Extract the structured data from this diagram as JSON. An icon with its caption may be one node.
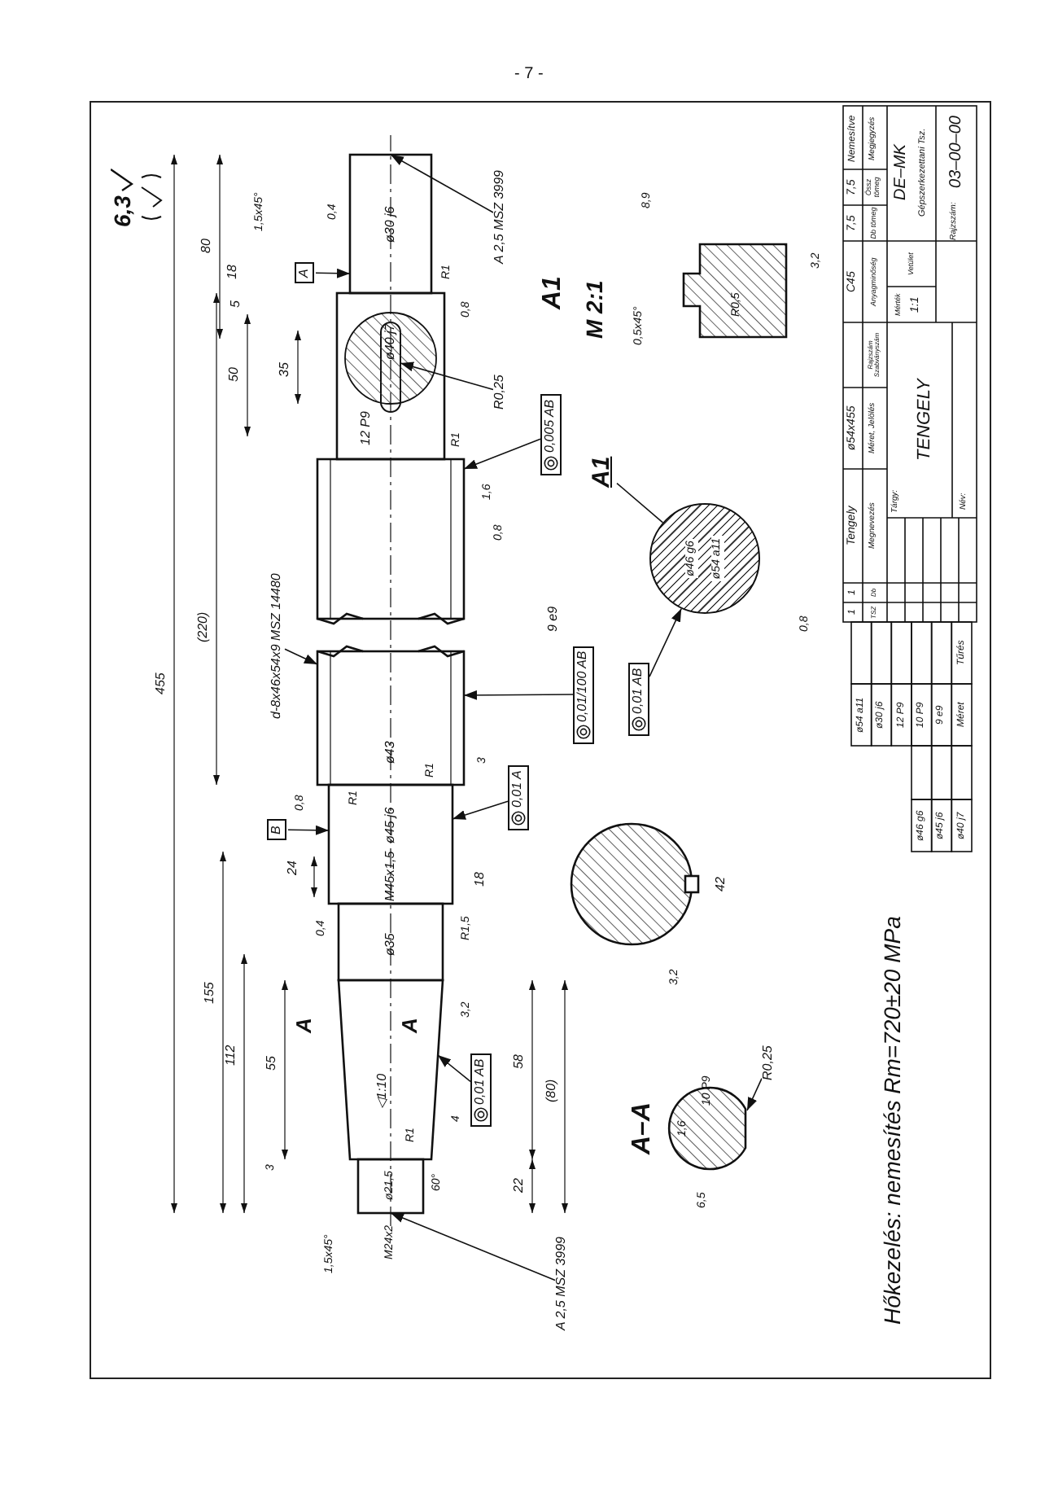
{
  "diagram": {
    "nodes": [
      {
        "text": [
          "A 2,5 MSZ 3999"
        ]
      },
      {
        "text": [
          "A 2,5 MSZ 3999"
        ]
      },
      {
        "text": [
          "d-8x46x54x9 MSZ 14480"
        ]
      },
      {
        "text": [
          "A1"
        ]
      },
      {
        "text": [
          "0,005 AB"
        ]
      },
      {
        "text": [
          "0,01/100 AB"
        ]
      },
      {
        "text": [
          "0,01 AB"
        ]
      },
      {
        "text": [
          "0,01 A"
        ]
      },
      {
        "text": [
          "0,01 AB"
        ]
      },
      {
        "text": [
          "A"
        ]
      },
      {
        "text": [
          "B"
        ]
      },
      {
        "text": [
          "R0,25"
        ]
      },
      {
        "text": [
          "R0,25"
        ]
      },
      {
        "text": [],
        "shape": "picture"
      },
      {
        "text": [
          "ø46 g6",
          "ø54 a11"
        ]
      },
      {
        "text": [],
        "shape": "circle"
      }
    ],
    "edges": [
      {
        "from": 0,
        "to": 13,
        "arrow": "to"
      },
      {
        "from": 1,
        "to": 13,
        "arrow": "to"
      },
      {
        "from": 2,
        "to": 13,
        "arrow": "to"
      },
      {
        "from": 3,
        "to": 14,
        "arrow": "none"
      },
      {
        "from": 4,
        "to": 13,
        "arrow": "to"
      },
      {
        "from": 5,
        "to": 13,
        "arrow": "to"
      },
      {
        "from": 6,
        "to": 14,
        "arrow": "to"
      },
      {
        "from": 7,
        "to": 13,
        "arrow": "to"
      },
      {
        "from": 8,
        "to": 13,
        "arrow": "to"
      },
      {
        "from": 9,
        "to": 13,
        "arrow": "to"
      },
      {
        "from": 10,
        "to": 13,
        "arrow": "to"
      },
      {
        "from": 11,
        "to": 13,
        "arrow": "to"
      },
      {
        "from": 12,
        "to": 15,
        "arrow": "to"
      }
    ],
    "labels": [
      "- 7 -",
      "6,3",
      "455",
      "(220)",
      "80",
      "50",
      "35",
      "18",
      "5",
      "1,5x45°",
      "0,4",
      "ø30 j6",
      "R1",
      "0,8",
      "ø40 j7",
      "12 P9",
      "R1",
      "1,6",
      "A1",
      "M 2:1",
      "8,9",
      "R0,5",
      "0,5x45°",
      "3,2",
      "0,8",
      "9 e9",
      "0,8",
      "ø43",
      "R1",
      "3",
      "0,8",
      "R1",
      "ø45 j6",
      "M45x1,5",
      "24",
      "18",
      "0,4",
      "R1,5",
      "ø35",
      "42",
      "3,2",
      "155",
      "112",
      "55",
      "A",
      "A",
      "◁1:10",
      "R1",
      "3,2",
      "4",
      "58",
      "(80)",
      "22",
      "3",
      "60°",
      "ø21,5",
      "1,5x45°",
      "M24x2",
      "A–A",
      "10 P9",
      "1,6",
      "6,5",
      "Hőkezelés: nemesítés Rm=720±20 MPa",
      "ø54 a11",
      "ø30 j6",
      "12 P9",
      "10 P9",
      "9 e9",
      "Méret",
      "Tűrés",
      "ø46 g6",
      "ø45 j6",
      "ø40 j7",
      "1",
      "1",
      "Tengely",
      "ø54x455",
      "C45",
      "7,5",
      "7,5",
      "Nemesítve",
      "TSZ",
      "Db",
      "Megnevezés",
      "Méret, Jelölés",
      "Rajzszám Szabványszám",
      "Anyagminőség",
      "Db tömeg",
      "Össz tömeg",
      "Megjegyzés",
      "Tárgy:",
      "TENGELY",
      "Név:",
      "Mérték",
      "1:1",
      "Vetület",
      "DE–MK",
      "Gépszerkezettani Tsz.",
      "Rajzszám:",
      "03–00–00"
    ]
  }
}
